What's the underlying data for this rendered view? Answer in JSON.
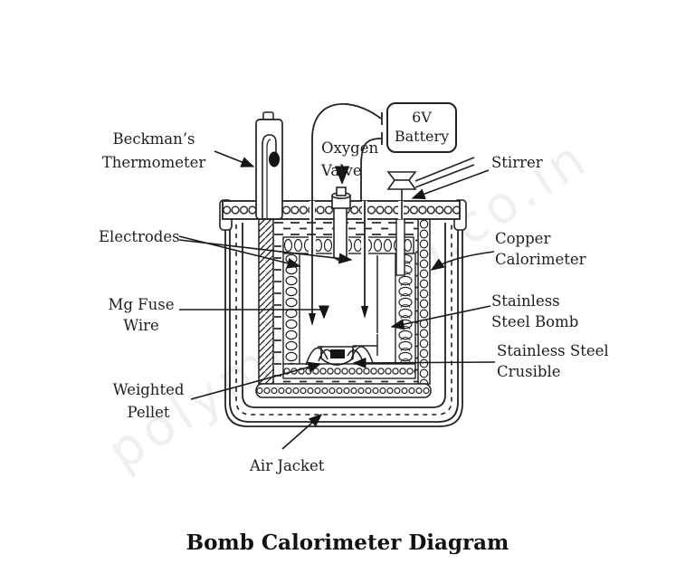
{
  "title": "Bomb Calorimeter Diagram",
  "watermark": "polymershub.co.in",
  "battery_label": "6V\nBattery",
  "labels": {
    "beckmans_thermometer": "Beckman’s\nThermometer",
    "oxygen_valve": "Oxygen\nValve",
    "stirrer": "Stirrer",
    "electrodes": "Electrodes",
    "copper_calorimeter": "Copper\nCalorimeter",
    "mg_fuse_wire": "Mg Fuse\nWire",
    "stainless_steel_bomb": "Stainless\nSteel Bomb",
    "stainless_steel_crusible": "Stainless Steel\nCrusible",
    "weighted_pellet": "Weighted\nPellet",
    "air_jacket": "Air Jacket"
  },
  "colors": {
    "ink": "#1f1f1f",
    "background": "#ffffff",
    "watermark": "rgba(90,90,90,0.09)"
  }
}
